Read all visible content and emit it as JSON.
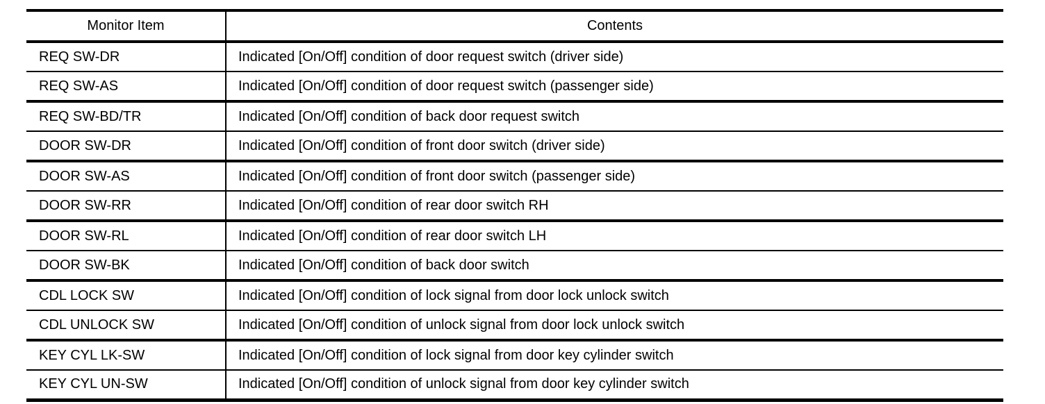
{
  "table": {
    "columns": [
      "Monitor Item",
      "Contents"
    ],
    "rows": [
      {
        "item": "REQ SW-DR",
        "contents": "Indicated [On/Off] condition of door request switch (driver side)"
      },
      {
        "item": "REQ SW-AS",
        "contents": "Indicated [On/Off] condition of door request switch (passenger side)"
      },
      {
        "item": "REQ SW-BD/TR",
        "contents": "Indicated [On/Off] condition of back door request switch"
      },
      {
        "item": "DOOR SW-DR",
        "contents": "Indicated [On/Off] condition of front door switch (driver side)"
      },
      {
        "item": "DOOR SW-AS",
        "contents": "Indicated [On/Off] condition of front door switch (passenger side)"
      },
      {
        "item": "DOOR SW-RR",
        "contents": "Indicated [On/Off] condition of rear door switch RH"
      },
      {
        "item": "DOOR SW-RL",
        "contents": "Indicated [On/Off] condition of rear door switch LH"
      },
      {
        "item": "DOOR SW-BK",
        "contents": "Indicated [On/Off] condition of back door switch"
      },
      {
        "item": "CDL LOCK SW",
        "contents": "Indicated [On/Off] condition of lock signal from door lock unlock switch"
      },
      {
        "item": "CDL UNLOCK SW",
        "contents": "Indicated [On/Off] condition of unlock signal from door lock unlock switch"
      },
      {
        "item": "KEY CYL LK-SW",
        "contents": "Indicated [On/Off] condition of lock signal from door key cylinder switch"
      },
      {
        "item": "KEY CYL UN-SW",
        "contents": "Indicated [On/Off] condition of unlock signal from door key cylinder switch"
      }
    ],
    "colors": {
      "text": "#000000",
      "border": "#000000",
      "background": "#ffffff"
    }
  }
}
